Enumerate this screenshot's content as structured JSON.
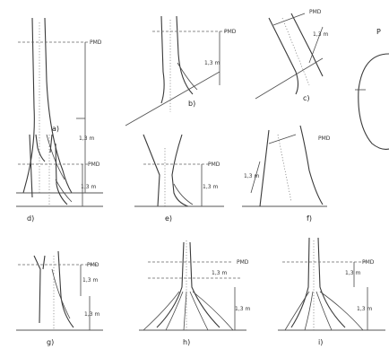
{
  "panels": [
    {
      "id": "a",
      "caption": "a)",
      "pmd": "PMD",
      "height": "1,3 m"
    },
    {
      "id": "b",
      "caption": "b)",
      "pmd": "PMD",
      "height": "1,3 m"
    },
    {
      "id": "c",
      "caption": "c)",
      "pmd": "PMD",
      "height": "1,3 m"
    },
    {
      "id": "d",
      "caption": "d)",
      "pmd": "PMD",
      "height": "1,3 m"
    },
    {
      "id": "e",
      "caption": "e)",
      "pmd": "PMD",
      "height": "1,3 m"
    },
    {
      "id": "f",
      "caption": "f)",
      "pmd": "PMD",
      "height": "1,3 m"
    },
    {
      "id": "g",
      "caption": "g)",
      "pmd": "PMD",
      "height": "1,3 m",
      "height2": "1,3 m"
    },
    {
      "id": "h",
      "caption": "h)",
      "pmd": "PMD",
      "height": "1,3 m",
      "height2": "1,3 m"
    },
    {
      "id": "i",
      "caption": "i)",
      "pmd": "PMD",
      "height": "1,3 m",
      "height2": "1,3 m"
    }
  ],
  "cropped_panel": {
    "letter": "P"
  }
}
